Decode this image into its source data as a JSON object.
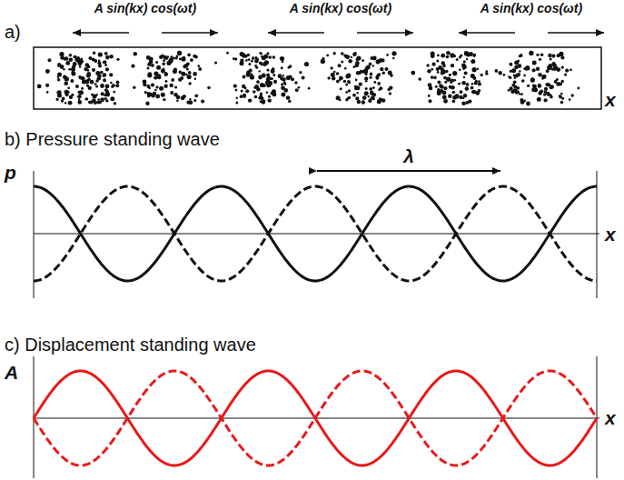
{
  "diagram": {
    "labels": [
      "a)",
      "A sin(kx) cos(ωt)",
      "A sin(kx) cos(ωt)",
      "A sin(kx) cos(ωt)",
      "x",
      "b) Pressure standing wave",
      "p",
      "λ",
      "x",
      "c) Displacement standing wave",
      "A",
      "x"
    ]
  }
}
